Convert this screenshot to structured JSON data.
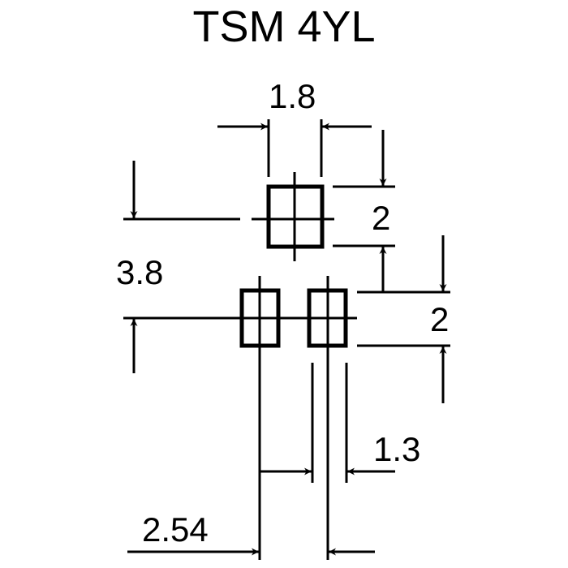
{
  "diagram": {
    "title": "TSM 4YL",
    "type": "PCB footprint / land pattern",
    "line_color": "#000000",
    "background_color": "#ffffff",
    "dimensions": {
      "pad_width_top": "1.8",
      "pad_height_top": "2",
      "pad_height_bottom": "2",
      "row_spacing": "3.8",
      "pad_width_bottom": "1.3",
      "pitch": "2.54"
    },
    "pads": [
      {
        "id": "top-pad",
        "row": "top"
      },
      {
        "id": "bottom-left-pad",
        "row": "bottom"
      },
      {
        "id": "bottom-right-pad",
        "row": "bottom"
      }
    ]
  }
}
